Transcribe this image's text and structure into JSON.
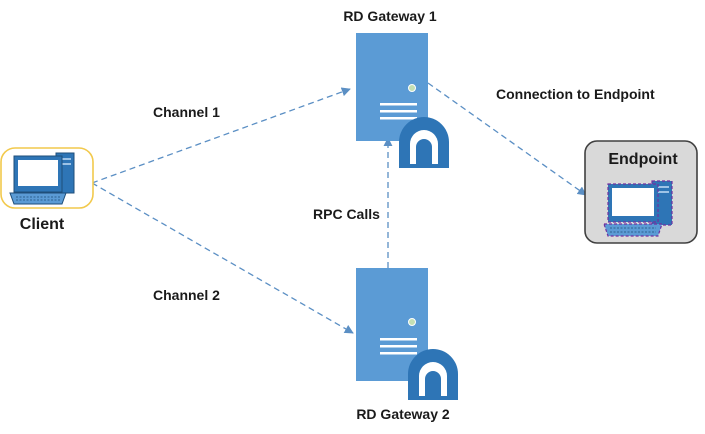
{
  "nodes": {
    "client": {
      "label": "Client"
    },
    "gateway1": {
      "label": "RD Gateway 1"
    },
    "gateway2": {
      "label": "RD Gateway 2"
    },
    "endpoint": {
      "label": "Endpoint"
    }
  },
  "edges": {
    "channel1": {
      "label": "Channel 1"
    },
    "channel2": {
      "label": "Channel 2"
    },
    "rpc": {
      "label": "RPC Calls"
    },
    "endpoint_conn": {
      "label": "Connection to Endpoint"
    }
  },
  "colors": {
    "server_blue": "#5b9bd5",
    "server_dark": "#2e75b6",
    "connector": "#5b8fc4",
    "client_border": "#f2c94c",
    "endpoint_fill": "#d9d9d9",
    "endpoint_accent": "#7030a0"
  },
  "icons": {
    "client": "desktop-computer-icon",
    "gateway": "server-icon",
    "lock": "tunnel-lock-icon",
    "endpoint": "desktop-computer-icon"
  }
}
